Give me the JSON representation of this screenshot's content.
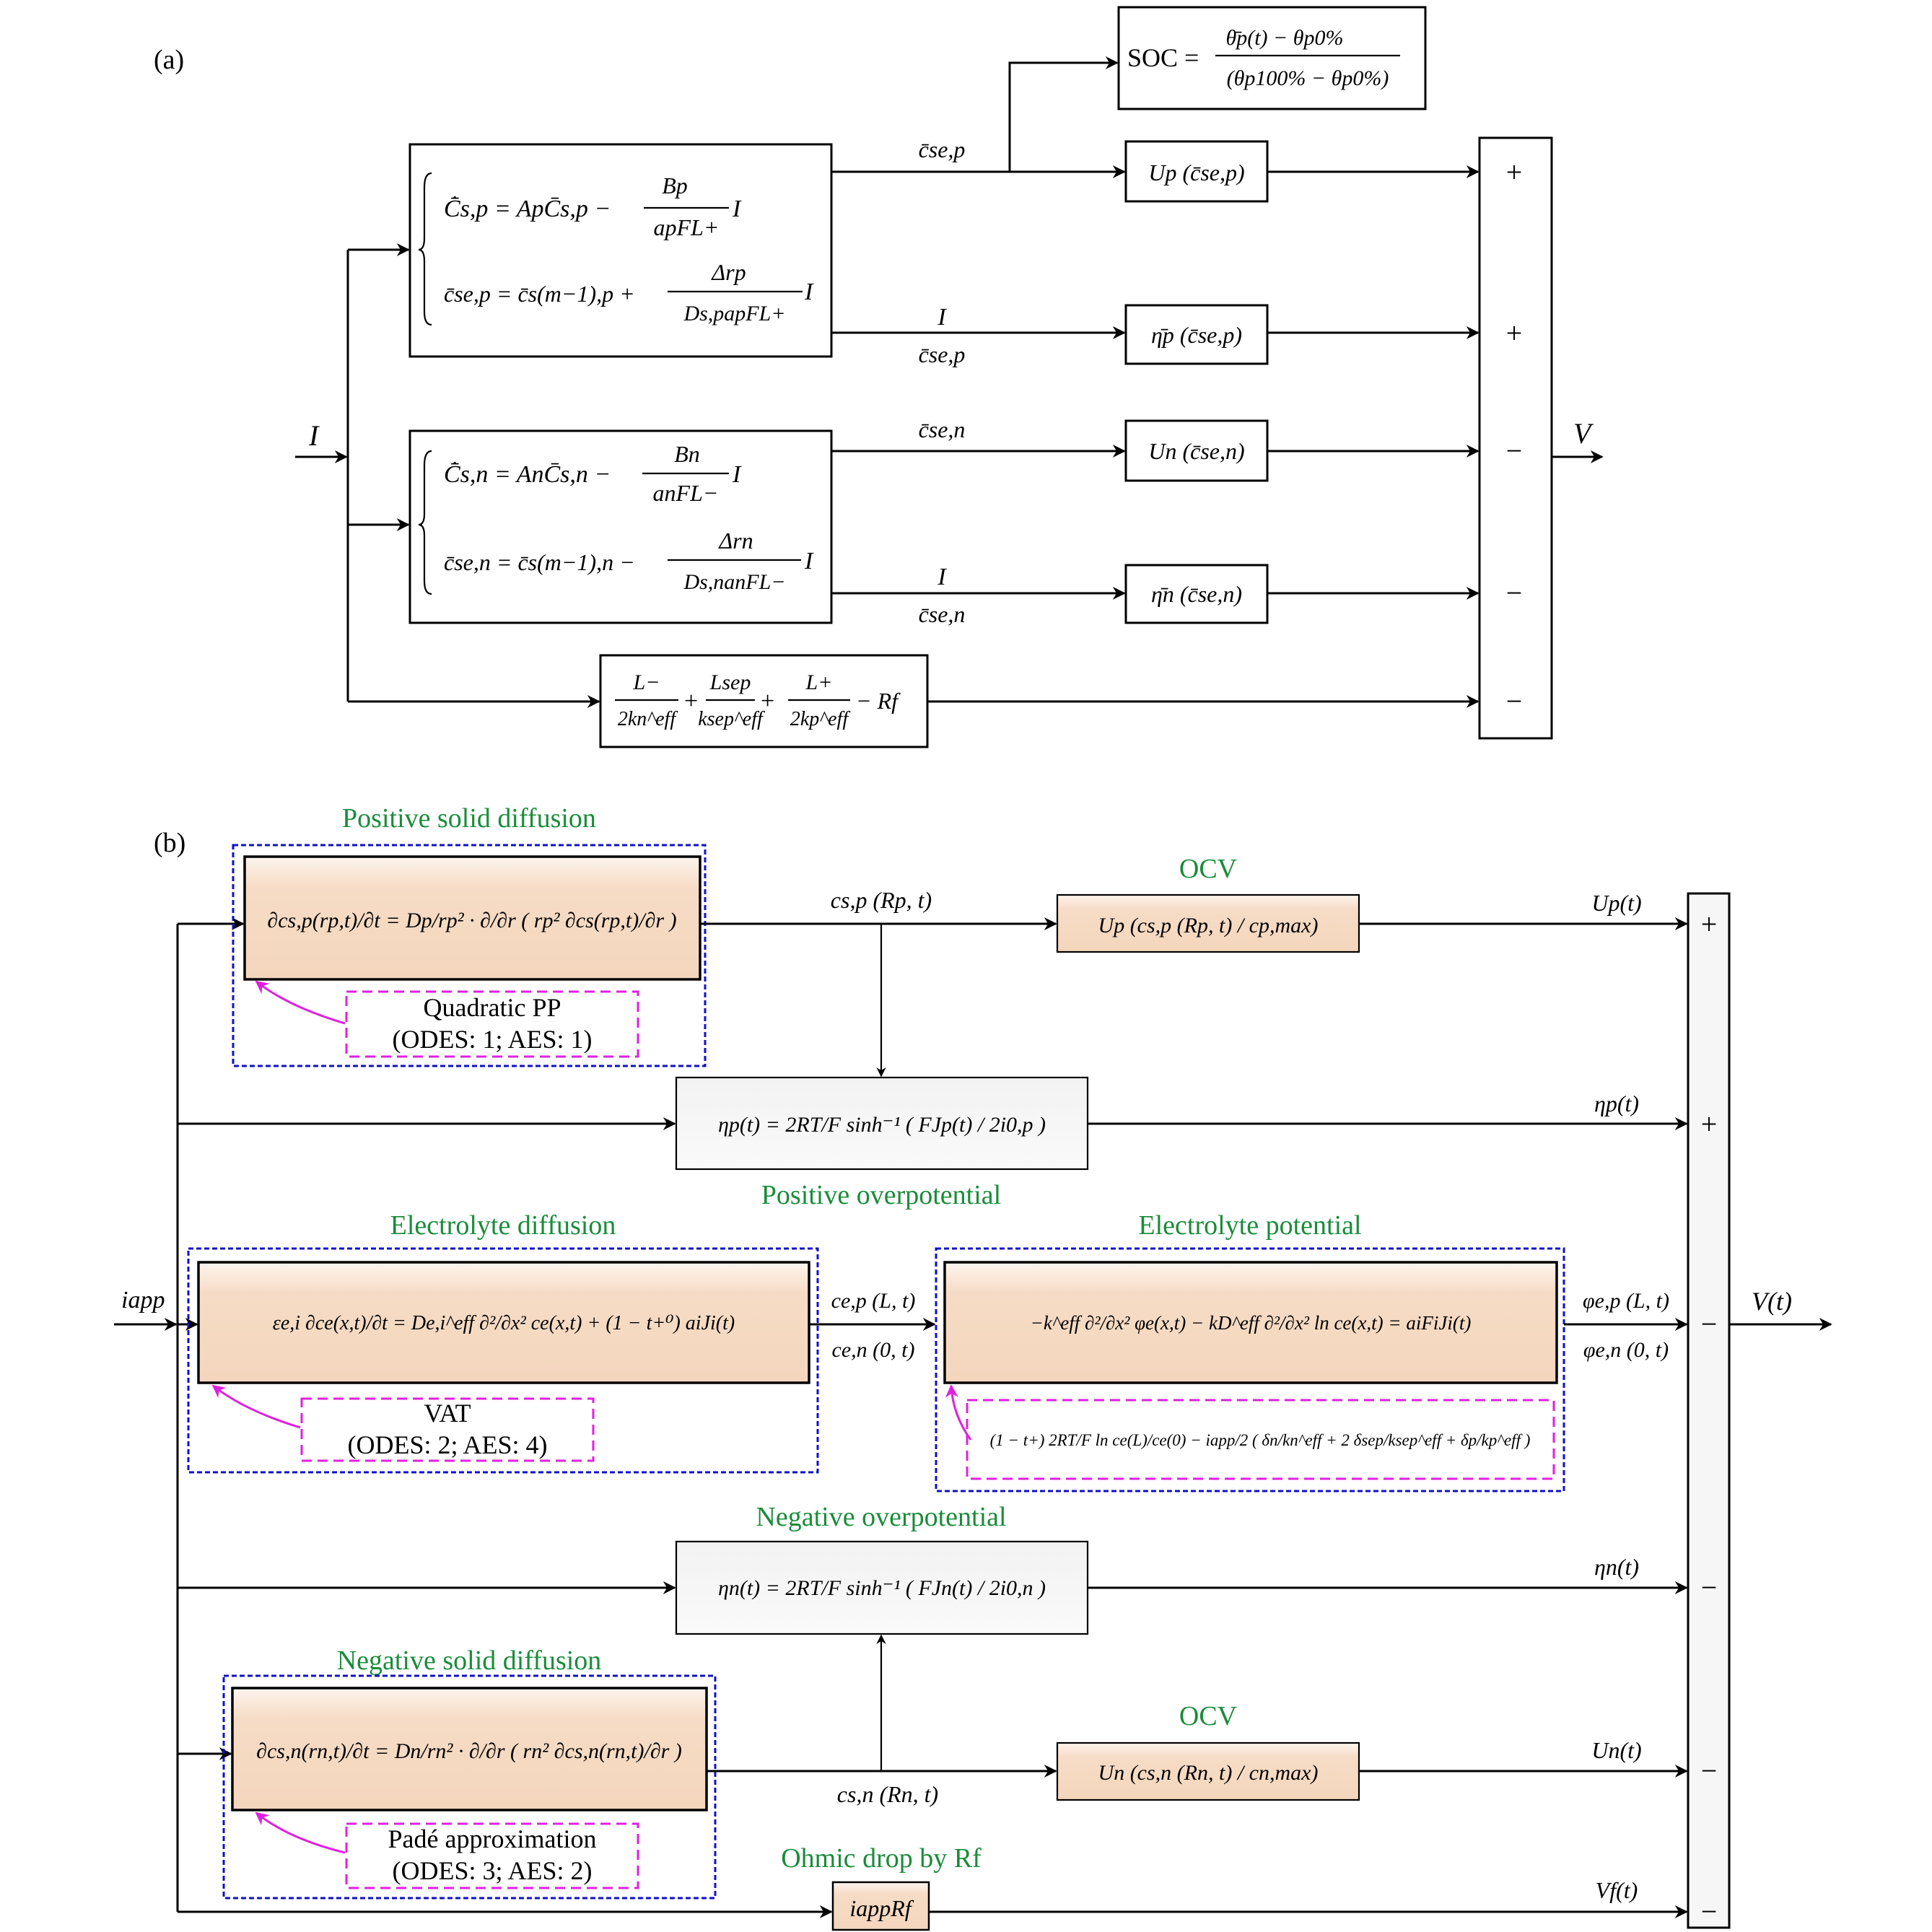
{
  "panel_a": {
    "label": "(a)",
    "input_label": "I",
    "output_label": "V",
    "positive_block": {
      "eq1": "Ċ̄s,p = Ap C̄s,p − Bp / (ap F L+) · I",
      "eq1_lhs": "C̄̇s,p = ApC̄s,p −",
      "eq1_num": "Bp",
      "eq1_den": "apFL+",
      "eq1_tail": "I",
      "eq2_lhs": "c̄se,p = c̄s(m−1),p +",
      "eq2_num": "Δrp",
      "eq2_den": "Ds,papFL+",
      "eq2_tail": "I"
    },
    "negative_block": {
      "eq1_lhs": "C̄̇s,n = AnC̄s,n −",
      "eq1_num": "Bn",
      "eq1_den": "anFL−",
      "eq1_tail": "I",
      "eq2_lhs": "c̄se,n = c̄s(m−1),n −",
      "eq2_num": "Δrn",
      "eq2_den": "Ds,nanFL−",
      "eq2_tail": "I"
    },
    "resistance_block": {
      "t1_num": "L−",
      "t1_den": "2kn^eff",
      "op1": "+",
      "t2_num": "Lsep",
      "t2_den": "ksep^eff",
      "op2": "+",
      "t3_num": "L+",
      "t3_den": "2kp^eff",
      "tail": "− Rf"
    },
    "soc_block": {
      "lhs": "SOC =",
      "num": "θ̄p(t) − θp0%",
      "den": "(θp100% − θp0%)"
    },
    "signal_labels": {
      "cse_p_top": "c̄se,p",
      "I_p": "I",
      "cse_p_bottom": "c̄se,p",
      "cse_n_top": "c̄se,n",
      "I_n": "I",
      "cse_n_bottom": "c̄se,n"
    },
    "function_blocks": [
      {
        "id": "Up",
        "text": "Up (c̄se,p)"
      },
      {
        "id": "eta_p",
        "text": "η̄p (c̄se,p)"
      },
      {
        "id": "Un",
        "text": "Un (c̄se,n)"
      },
      {
        "id": "eta_n",
        "text": "η̄n (c̄se,n)"
      }
    ],
    "summer_signs": [
      "+",
      "+",
      "−",
      "−",
      "−"
    ]
  },
  "panel_b": {
    "label": "(b)",
    "input_label": "iapp",
    "output_label": "V(t)",
    "titles": {
      "pos_solid": "Positive solid diffusion",
      "ocv_top": "OCV",
      "pos_over": "Positive overpotential",
      "elec_diff": "Electrolyte diffusion",
      "elec_pot": "Electrolyte potential",
      "neg_over": "Negative overpotential",
      "neg_solid": "Negative solid diffusion",
      "ocv_bottom": "OCV",
      "ohmic": "Ohmic drop by Rf"
    },
    "pos_solid_eq": "∂cs,p(rp,t)/∂t = Dp/rp² · ∂/∂r ( rp² ∂cs(rp,t)/∂r )",
    "pos_solid_note": [
      "Quadratic PP",
      "(ODES: 1; AES: 1)"
    ],
    "neg_solid_eq": "∂cs,n(rn,t)/∂t = Dn/rn² · ∂/∂r ( rn² ∂cs,n(rn,t)/∂r )",
    "neg_solid_note": [
      "Padé approximation",
      "(ODES: 3; AES: 2)"
    ],
    "elec_diff_eq": "εe,i ∂ce(x,t)/∂t = De,i^eff ∂²/∂x² ce(x,t) + (1 − t+⁰) aiJi(t)",
    "elec_diff_note": [
      "VAT",
      "(ODES: 2; AES: 4)"
    ],
    "elec_pot_eq": "−k^eff ∂²/∂x² φe(x,t) − kD^eff ∂²/∂x² ln ce(x,t) = aiFiJi(t)",
    "elec_pot_note": "(1 − t+) 2RT/F ln ce(L)/ce(0) − iapp/2 ( δn/kn^eff + 2 δsep/ksep^eff + δp/kp^eff )",
    "pos_over_eq": "ηp(t) = 2RT/F sinh⁻¹ ( FJp(t) / 2i0,p )",
    "neg_over_eq": "ηn(t) = 2RT/F sinh⁻¹ ( FJn(t) / 2i0,n )",
    "ocv_pos_eq": "Up (cs,p (Rp, t) / cp,max)",
    "ocv_neg_eq": "Un (cs,n (Rn, t) / cn,max)",
    "ohmic_eq": "iappRf",
    "signals": {
      "cs_p": "cs,p (Rp, t)",
      "cs_n": "cs,n (Rn, t)",
      "ce_p": "ce,p (L, t)",
      "ce_n": "ce,n (0, t)",
      "phi_p": "φe,p (L, t)",
      "phi_n": "φe,n (0, t)",
      "Up_t": "Up(t)",
      "eta_p_t": "ηp(t)",
      "eta_n_t": "ηn(t)",
      "Un_t": "Un(t)",
      "Vf_t": "Vf(t)"
    },
    "summer_signs": [
      "+",
      "+",
      "−",
      "−",
      "−",
      "−"
    ]
  },
  "colors": {
    "title_green": "#1a8c3a",
    "group_blue": "#1010c8",
    "note_magenta": "#e020e0",
    "block_orange": "#f6d9c0",
    "block_gray": "#f5f5f5"
  }
}
